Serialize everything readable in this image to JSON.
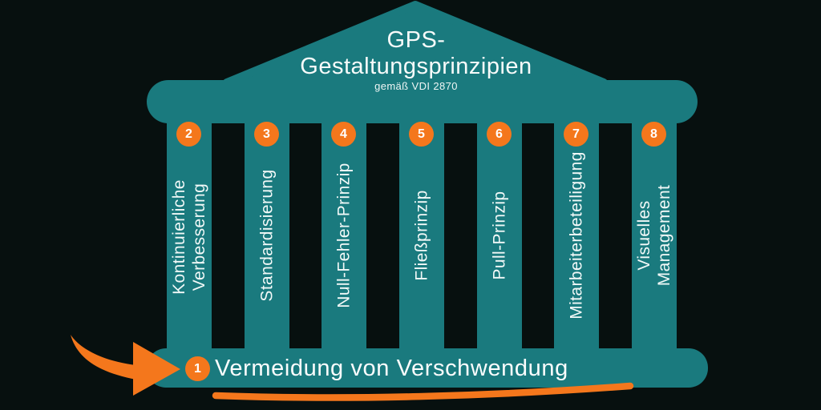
{
  "title": {
    "line1": "GPS-",
    "line2": "Gestaltungsprinzipien",
    "subtitle": "gemäß VDI 2870"
  },
  "pillars": [
    {
      "number": "2",
      "label": "Kontinuierliche\nVerbesserung"
    },
    {
      "number": "3",
      "label": "Standardisierung"
    },
    {
      "number": "4",
      "label": "Null-Fehler-Prinzip"
    },
    {
      "number": "5",
      "label": "Fließprinzip"
    },
    {
      "number": "6",
      "label": "Pull-Prinzip"
    },
    {
      "number": "7",
      "label": "Mitarbeiterbeteiligung"
    },
    {
      "number": "8",
      "label": "Visuelles Management"
    }
  ],
  "base": {
    "number": "1",
    "label": "Vermeidung von Verschwendung"
  },
  "colors": {
    "teal": "#1a7a7e",
    "orange": "#f4771c",
    "background": "#07100f",
    "text": "#f7fbfa"
  }
}
